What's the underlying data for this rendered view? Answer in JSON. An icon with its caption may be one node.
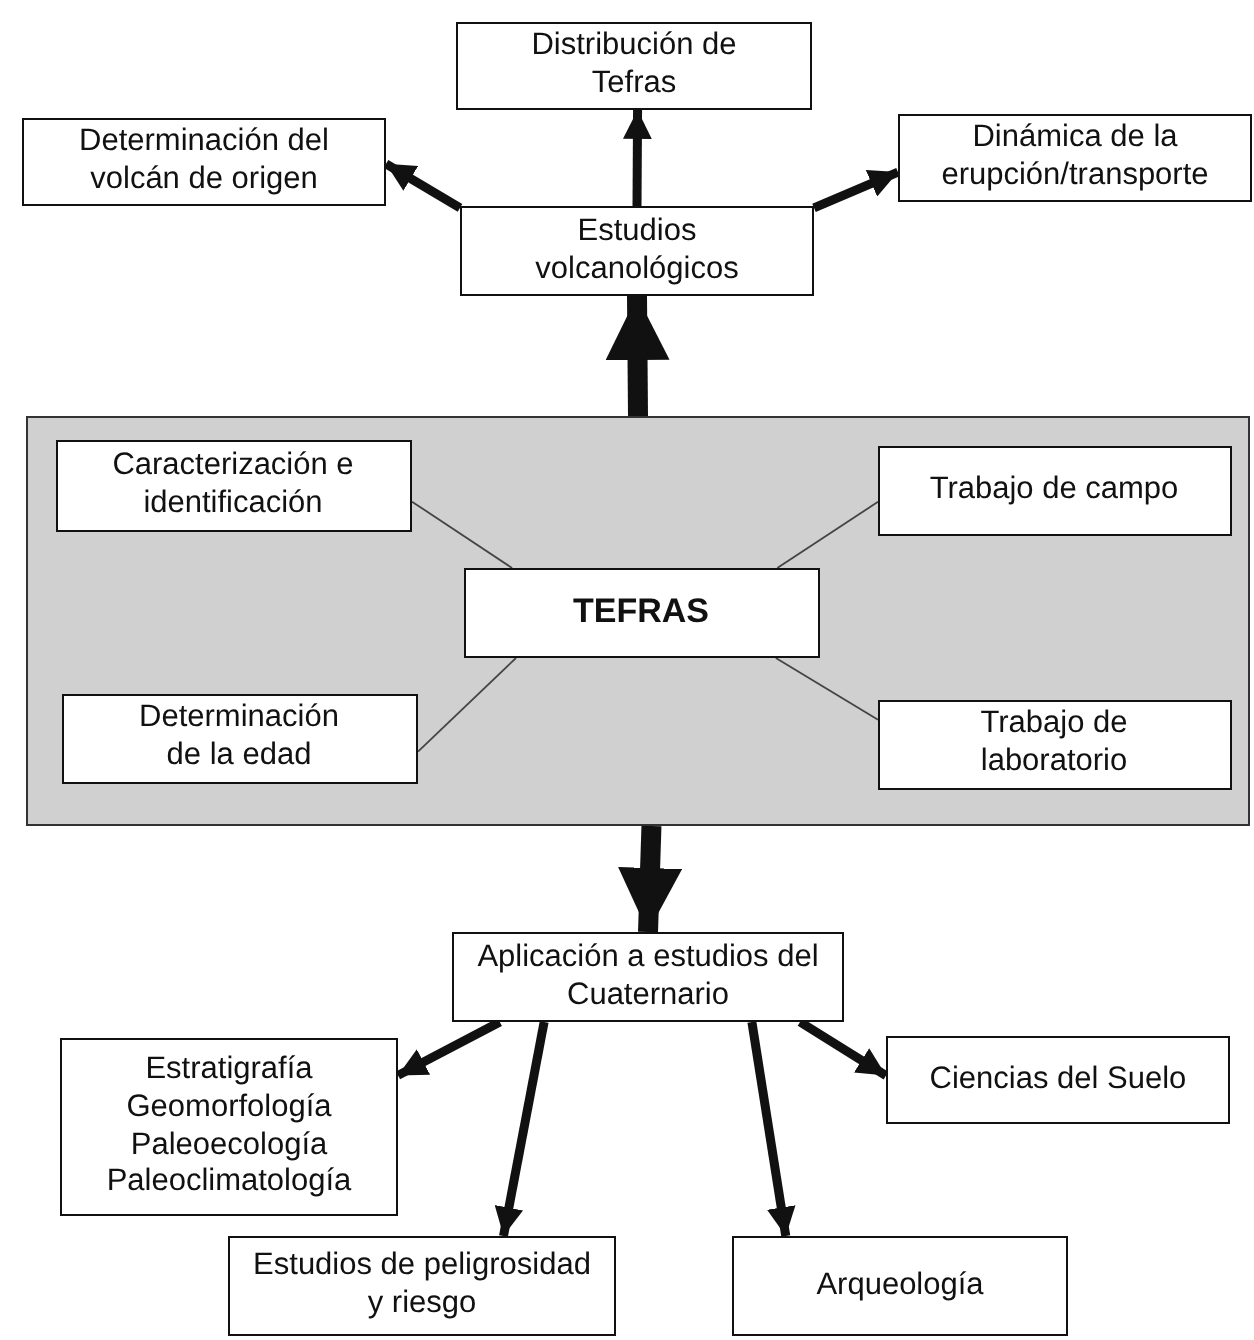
{
  "diagram": {
    "nodes": [
      {
        "text": [
          "Distribución de Tefras"
        ]
      },
      {
        "text": [
          "Determinación del volcán de origen"
        ]
      },
      {
        "text": [
          "Dinámica de la erupción/transporte"
        ]
      },
      {
        "text": [
          "Estudios volcanológicos"
        ]
      },
      {
        "text": [],
        "shape": "box"
      },
      {
        "text": [
          "Caracterización e identificación"
        ],
        "in": 4
      },
      {
        "text": [
          "Trabajo de campo"
        ],
        "in": 4
      },
      {
        "text": [
          "TEFRAS"
        ],
        "in": 4
      },
      {
        "text": [
          "Determinación de la edad"
        ],
        "in": 4
      },
      {
        "text": [
          "Trabajo de laboratorio"
        ],
        "in": 4
      },
      {
        "text": [
          "Aplicación a estudios del Cuaternario"
        ]
      },
      {
        "text": [
          "Estratigrafía",
          "Geomorfología",
          "Paleoecología",
          "Paleoclimatología"
        ]
      },
      {
        "text": [
          "Ciencias del Suelo"
        ]
      },
      {
        "text": [
          "Estudios de peligrosidad y riesgo"
        ]
      },
      {
        "text": [
          "Arqueología"
        ]
      }
    ],
    "edges": [
      {
        "from": 3,
        "to": 1,
        "arrow": "to"
      },
      {
        "from": 3,
        "to": 0,
        "arrow": "to"
      },
      {
        "from": 3,
        "to": 2,
        "arrow": "to"
      },
      {
        "from": 4,
        "to": 3,
        "arrow": "to",
        "style": "thick"
      },
      {
        "from": 7,
        "to": 5,
        "arrow": "none"
      },
      {
        "from": 7,
        "to": 6,
        "arrow": "none"
      },
      {
        "from": 7,
        "to": 8,
        "arrow": "none"
      },
      {
        "from": 7,
        "to": 9,
        "arrow": "none"
      },
      {
        "from": 4,
        "to": 10,
        "arrow": "to",
        "style": "thick"
      },
      {
        "from": 10,
        "to": 11,
        "arrow": "to"
      },
      {
        "from": 10,
        "to": 12,
        "arrow": "to"
      },
      {
        "from": 10,
        "to": 13,
        "arrow": "to"
      },
      {
        "from": 10,
        "to": 14,
        "arrow": "to"
      }
    ]
  }
}
